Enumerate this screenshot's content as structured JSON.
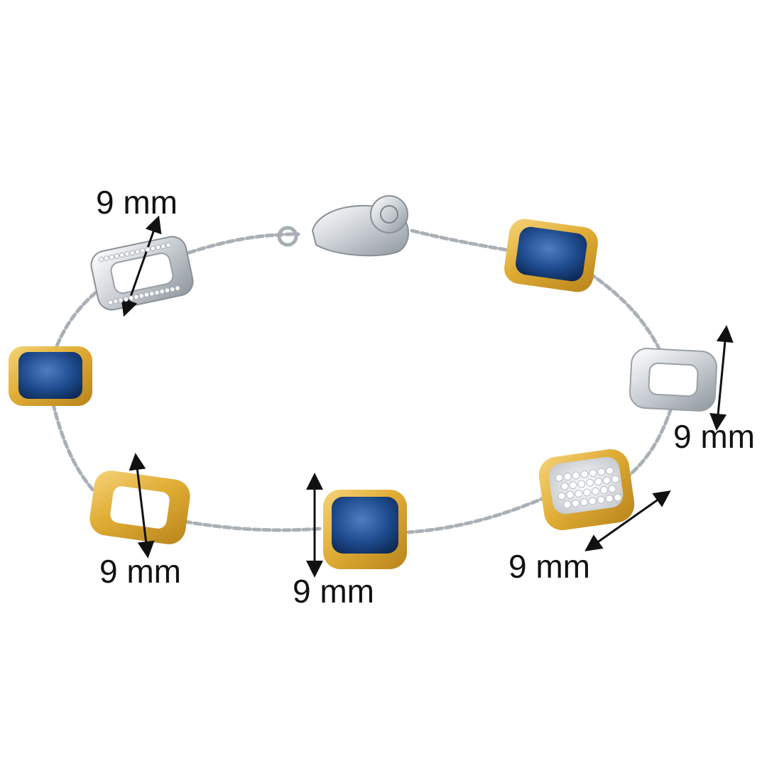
{
  "product": {
    "title": "",
    "colors": {
      "silver": "#d9dde2",
      "gold": "#e3b23c",
      "blue_stone": "#1f4c8f",
      "arrow": "#111111"
    }
  },
  "dimensions": {
    "top_left": "9 mm",
    "right": "9 mm",
    "bottom_left": "9 mm",
    "bottom_center": "9 mm",
    "bottom_right": "9 mm"
  },
  "charms": [
    {
      "name": "pave-open-square",
      "type": "open",
      "finish": "silver"
    },
    {
      "name": "blue-stone-left",
      "type": "stone",
      "finish": "gold"
    },
    {
      "name": "open-gold-square",
      "type": "open",
      "finish": "gold"
    },
    {
      "name": "blue-stone-bottom",
      "type": "stone",
      "finish": "gold"
    },
    {
      "name": "pave-disc",
      "type": "pave",
      "finish": "gold"
    },
    {
      "name": "open-silver-square",
      "type": "open",
      "finish": "silver"
    },
    {
      "name": "blue-stone-top-right",
      "type": "stone",
      "finish": "gold"
    }
  ]
}
